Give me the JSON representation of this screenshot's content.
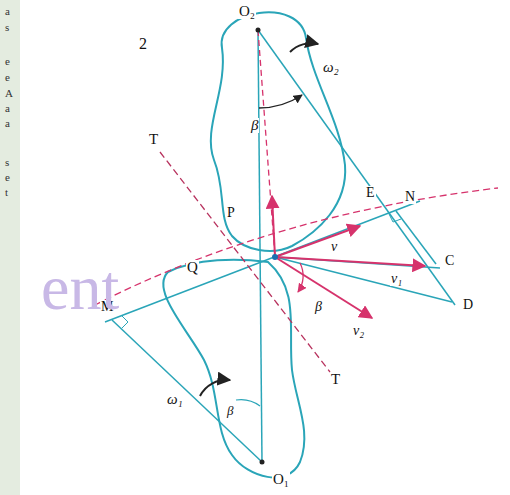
{
  "diagram": {
    "labels": [
      "a",
      "s",
      "e",
      "e",
      "A",
      "a",
      "a",
      "s",
      "e",
      "t",
      "2",
      "O₂",
      "ω₂",
      "β",
      "T",
      "P",
      "E",
      "N",
      "v",
      "C",
      "v₁",
      "Q",
      "β",
      "v₂",
      "D",
      "M",
      "T",
      "ω₁",
      "β",
      "O₁",
      "ent"
    ]
  }
}
